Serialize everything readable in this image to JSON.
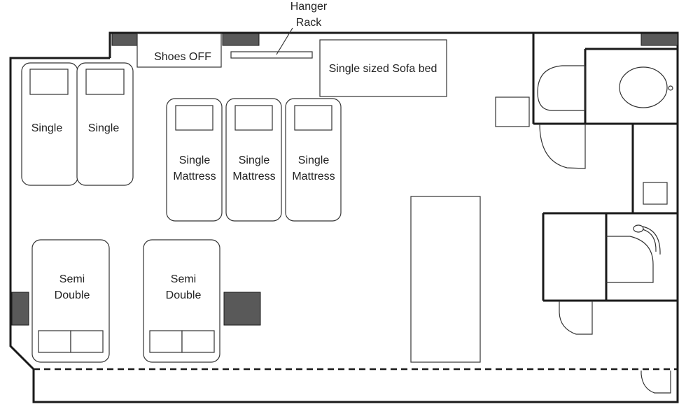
{
  "labels": {
    "hanger_rack_line1": "Hanger",
    "hanger_rack_line2": "Rack",
    "shoes_off": "Shoes OFF",
    "sofa_bed": "Single sized Sofa bed",
    "single": "Single",
    "single_mattress_line1": "Single",
    "single_mattress_line2": "Mattress",
    "semi_double_line1": "Semi",
    "semi_double_line2": "Double"
  },
  "colors": {
    "wall": "#1a1a1a",
    "dark_fill": "#595959",
    "line": "#333333"
  }
}
